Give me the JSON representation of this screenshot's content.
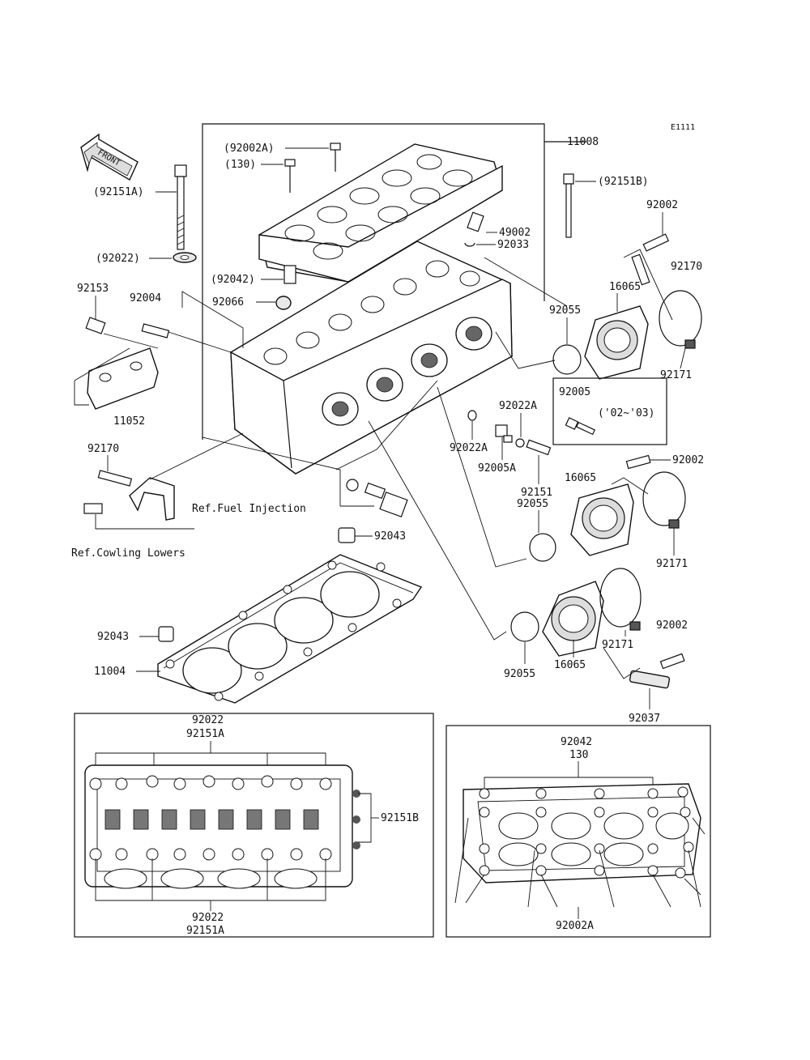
{
  "diagram_code": "E1111",
  "front_label": "FRONT",
  "labels": {
    "l_11008": "11008",
    "l_92002A_top": "(92002A)",
    "l_130_top": "(130)",
    "l_92151A": "(92151A)",
    "l_92022": "(92022)",
    "l_92042": "(92042)",
    "l_92066": "92066",
    "l_92153": "92153",
    "l_92004": "92004",
    "l_11052": "11052",
    "l_92170_left": "92170",
    "l_ref_fuel": "Ref.Fuel Injection",
    "l_ref_cowl": "Ref.Cowling Lowers",
    "l_49002": "49002",
    "l_92033": "92033",
    "l_92151B_top": "(92151B)",
    "l_92002_top": "92002",
    "l_92170_right": "92170",
    "l_16065_a": "16065",
    "l_92055_a": "92055",
    "l_92171_a": "92171",
    "l_92005": "92005",
    "l_92005_note": "('02~'03)",
    "l_92022A_a": "92022A",
    "l_92022A_b": "92022A",
    "l_92005A": "92005A",
    "l_92151": "92151",
    "l_92002_mid": "92002",
    "l_16065_b": "16065",
    "l_92055_b": "92055",
    "l_92171_b": "92171",
    "l_92043_top": "92043",
    "l_92043_left": "92043",
    "l_11004": "11004",
    "l_92002_low": "92002",
    "l_92171_c": "92171",
    "l_16065_c": "16065",
    "l_92055_c": "92055",
    "l_92037": "92037",
    "box1_top_1": "92022",
    "box1_top_2": "92151A",
    "box1_right": "92151B",
    "box1_bot_1": "92022",
    "box1_bot_2": "92151A",
    "box2_top_1": "92042",
    "box2_top_2": "130",
    "box2_bot": "92002A"
  }
}
